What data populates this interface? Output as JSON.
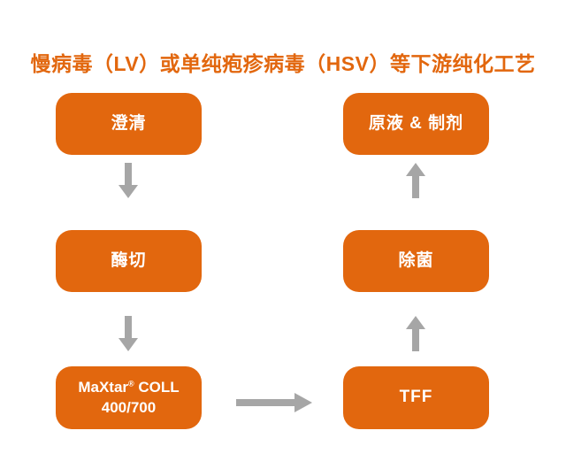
{
  "title": "慢病毒（LV）或单纯疱疹病毒（HSV）等下游纯化工艺",
  "colors": {
    "accent_orange": "#E2670E",
    "arrow_gray": "#A6A6A6",
    "node_text": "#FFFFFF"
  },
  "flowchart": {
    "nodes": [
      {
        "id": "clarification",
        "label": "澄清"
      },
      {
        "id": "enzyme-digestion",
        "label": "酶切"
      },
      {
        "id": "maxtar-coll",
        "label": "MaXtar® COLL 400/700",
        "brand": "MaXtar",
        "registered_mark": "®",
        "brand_suffix": " COLL",
        "line2": "400/700"
      },
      {
        "id": "tff",
        "label": "TFF"
      },
      {
        "id": "sterile-filtration",
        "label": "除菌"
      },
      {
        "id": "bulk-formulation",
        "label": "原液 & 制剂"
      }
    ],
    "arrows": [
      {
        "from": "澄清",
        "to": "酶切",
        "direction": "down"
      },
      {
        "from": "酶切",
        "to": "MaXtar® COLL 400/700",
        "direction": "down"
      },
      {
        "from": "MaXtar® COLL 400/700",
        "to": "TFF",
        "direction": "right"
      },
      {
        "from": "TFF",
        "to": "除菌",
        "direction": "up"
      },
      {
        "from": "除菌",
        "to": "原液 & 制剂",
        "direction": "up"
      }
    ]
  }
}
